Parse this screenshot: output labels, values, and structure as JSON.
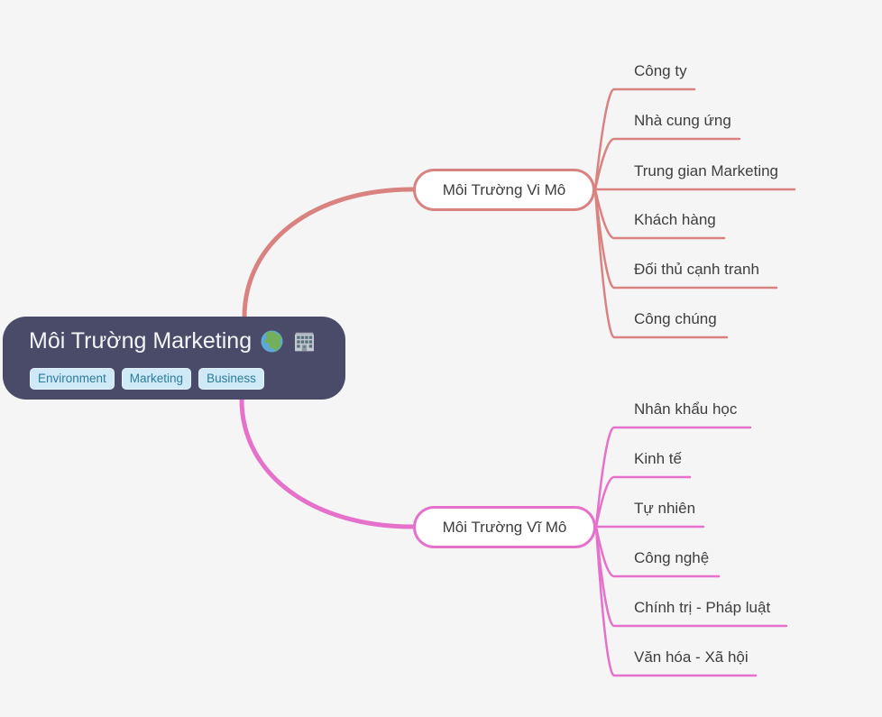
{
  "app": {
    "background_color": "#f5f5f6"
  },
  "root": {
    "title": "Môi Trường Marketing",
    "icons": [
      "globe-icon",
      "office-building-icon"
    ],
    "tags": [
      "Environment",
      "Marketing",
      "Business"
    ],
    "bg_color": "#4a4b68",
    "text_color": "#f4f5f7",
    "tag_bg_color": "#cfe9f6",
    "tag_text_color": "#2b7c9e"
  },
  "branches": [
    {
      "label": "Môi Trường Vi Mô",
      "color": "#d98381",
      "children": [
        "Công ty",
        "Nhà cung ứng",
        "Trung gian Marketing",
        "Khách hàng",
        "Đối thủ cạnh tranh",
        "Công chúng"
      ]
    },
    {
      "label": "Môi Trường Vĩ Mô",
      "color": "#e671ca",
      "children": [
        "Nhân khẩu học",
        "Kinh tế",
        "Tự nhiên",
        "Công nghệ",
        "Chính trị - Pháp luật",
        "Văn hóa - Xã hội"
      ]
    }
  ]
}
